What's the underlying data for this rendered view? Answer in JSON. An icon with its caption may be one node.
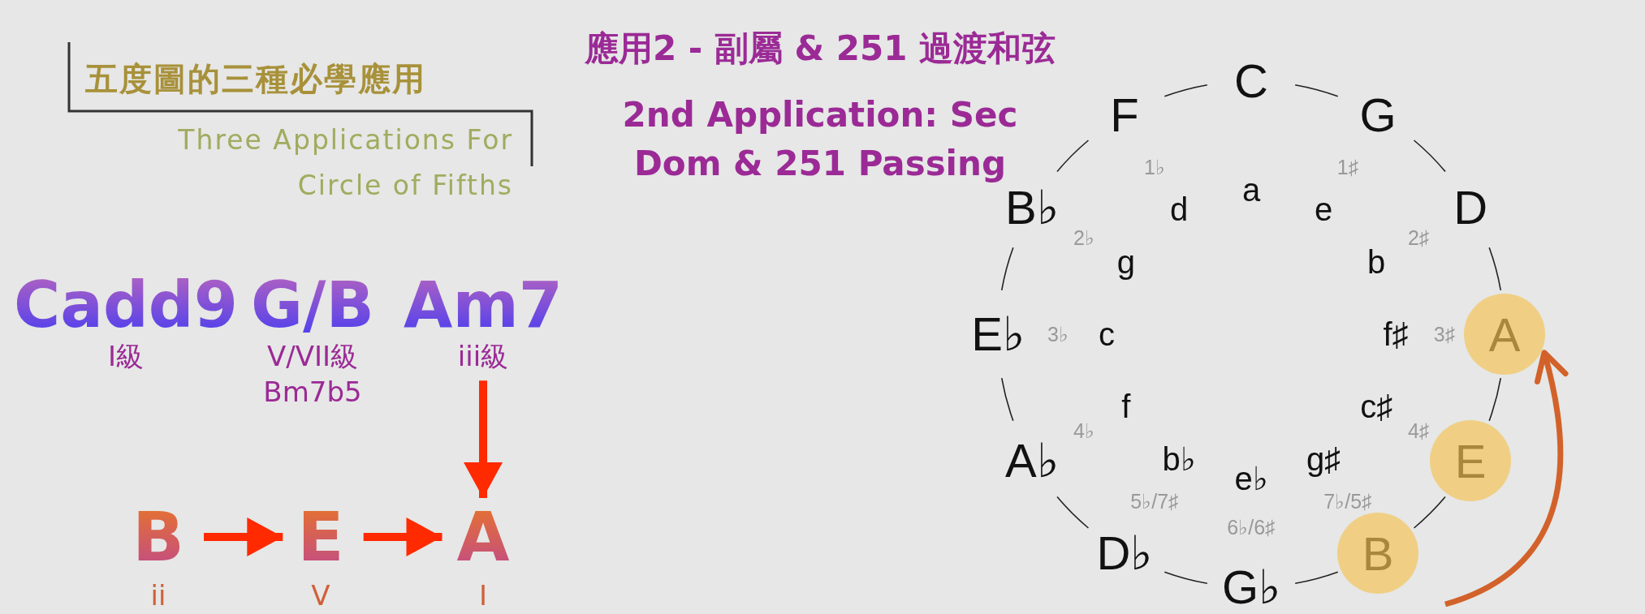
{
  "diagram": {
    "nodes": [
      {
        "text": [
          "Cadd9"
        ],
        "beside": [
          "I級"
        ]
      },
      {
        "text": [
          "G/B"
        ],
        "beside": [
          "V/VII級",
          "Bm7b5"
        ]
      },
      {
        "text": [
          "Am7"
        ],
        "beside": [
          "iii級"
        ]
      },
      {
        "text": [
          "B"
        ],
        "beside": [
          "ii"
        ]
      },
      {
        "text": [
          "E"
        ],
        "beside": [
          "V"
        ]
      },
      {
        "text": [
          "A"
        ],
        "beside": [
          "I"
        ]
      },
      {
        "text": [
          "A"
        ]
      },
      {
        "text": [
          "E"
        ]
      },
      {
        "text": [
          "B"
        ]
      }
    ],
    "edges": [
      {
        "from": 2,
        "to": 5,
        "arrow": "to"
      },
      {
        "from": 3,
        "to": 4,
        "arrow": "to"
      },
      {
        "from": 4,
        "to": 5,
        "arrow": "to"
      },
      {
        "from": null,
        "to": 6,
        "arrow": "to",
        "color": "#d2622a"
      }
    ],
    "labels": [
      "五度圖的三種必學應用",
      "Three Applications For Circle of Fifths",
      "應用2 - 副屬 & 251 過渡和弦",
      "2nd Application: Sec Dom & 251 Passing",
      "C",
      "G",
      "D",
      "G♭",
      "D♭",
      "A♭",
      "E♭",
      "B♭",
      "F",
      "a",
      "e",
      "b",
      "f♯",
      "c♯",
      "g♯",
      "e♭",
      "b♭",
      "f",
      "c",
      "g",
      "d",
      "1♯",
      "2♯",
      "3♯",
      "4♯",
      "7♭/5♯",
      "6♭/6♯",
      "5♭/7♯",
      "4♭",
      "3♭",
      "2♭",
      "1♭"
    ]
  }
}
